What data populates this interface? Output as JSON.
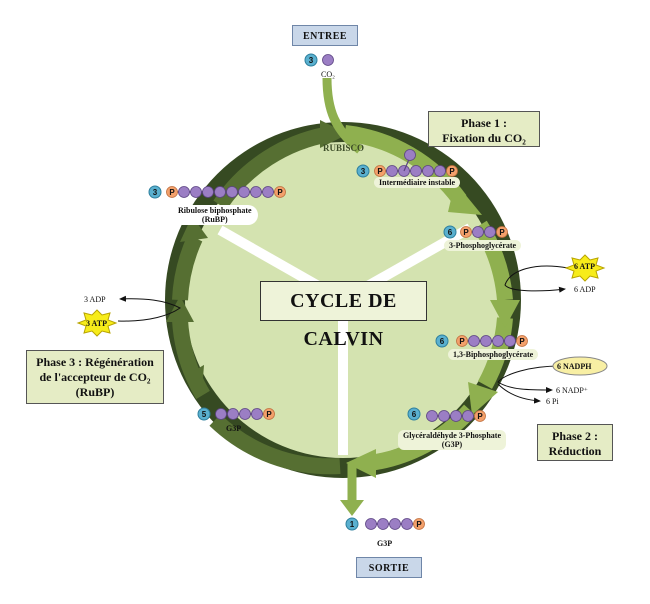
{
  "entree_label": "ENTREE",
  "sortie_label": "SORTIE",
  "title": "CYCLE DE CALVIN",
  "enzyme": "RUBISCO",
  "phase1": {
    "line1": "Phase 1 :",
    "line2": "Fixation du CO₂"
  },
  "phase2": {
    "line1": "Phase 2 :",
    "line2": "Réduction"
  },
  "phase3": {
    "line1": "Phase 3 : Régénération",
    "line2": "de l'accepteur de CO₂",
    "line3": "(RuBP)"
  },
  "co2": {
    "count": "3",
    "label": "CO₂"
  },
  "intermediate": {
    "count": "3",
    "label": "Intermédiaire instable"
  },
  "pga": {
    "count": "6",
    "label": "3-Phosphoglycérate"
  },
  "bpg": {
    "count": "6",
    "label": "1,3-Biphosphoglycérate"
  },
  "g3p": {
    "count": "6",
    "label": "Glycéraldéhyde 3-Phosphate",
    "label2": "(G3P)"
  },
  "g3p_out": {
    "count": "1",
    "label": "G3P"
  },
  "g3p_regen": {
    "count": "5",
    "label": "G3P"
  },
  "rubp": {
    "count": "3",
    "label": "Ribulose biphosphate",
    "label2": "(RuBP)"
  },
  "atp_in": "6 ATP",
  "adp_out": "6 ADP",
  "nadph_in": "6 NADPH",
  "nadp_out": "6 NADP⁺",
  "pi_out": "6 Pi",
  "atp_regen": "3 ATP",
  "adp_regen": "3 ADP",
  "phosphate_symbol": "P",
  "colors": {
    "carbon": "#9b7ec4",
    "phosphate": "#f3a06b",
    "count_badge": "#5ab0cf",
    "cycle_inner": "#d4e3b0",
    "cycle_ring": "#364a22",
    "arrow_light": "#8fb04f",
    "arrow_dark": "#566f32",
    "atp_star": "#f7ec1a"
  }
}
